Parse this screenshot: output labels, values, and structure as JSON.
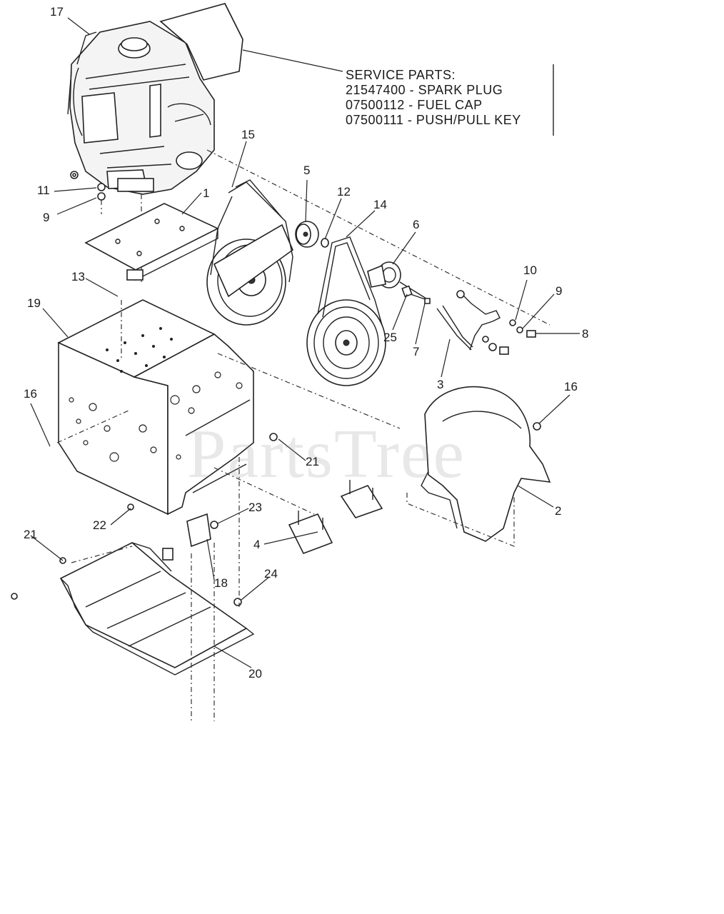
{
  "service_parts": {
    "heading": "SERVICE PARTS:",
    "lines": [
      "21547400 - SPARK PLUG",
      "07500112 - FUEL CAP",
      "07500111 - PUSH/PULL KEY"
    ]
  },
  "watermark": "PartsTree",
  "callouts": {
    "c17": "17",
    "c15": "15",
    "c5": "5",
    "c12": "12",
    "c14": "14",
    "c6": "6",
    "c11": "11",
    "c9a": "9",
    "c1": "1",
    "c13": "13",
    "c19": "19",
    "c10": "10",
    "c9b": "9",
    "c8": "8",
    "c25": "25",
    "c7": "7",
    "c3": "3",
    "c16a": "16",
    "c16b": "16",
    "c21a": "21",
    "c2": "2",
    "c22": "22",
    "c23": "23",
    "c4": "4",
    "c21b": "21",
    "c18": "18",
    "c24": "24",
    "c20": "20"
  }
}
